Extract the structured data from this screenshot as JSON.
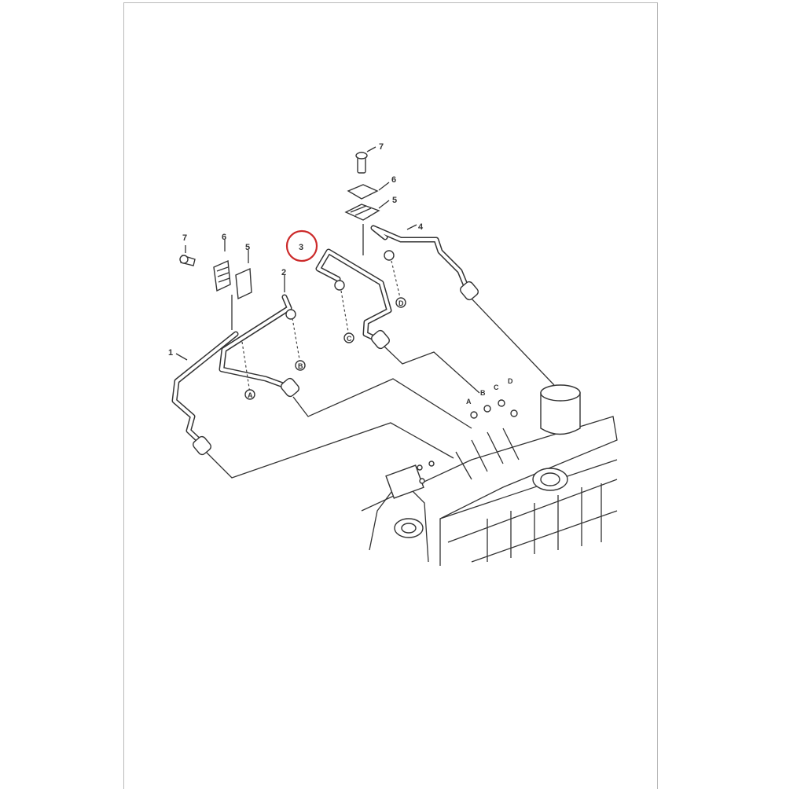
{
  "diagram": {
    "callouts": {
      "pipe_1": "1",
      "pipe_2": "2",
      "pipe_3": "3",
      "pipe_4": "4",
      "left_bracket_5": "5",
      "left_clamp_6": "6",
      "left_bolt_7": "7",
      "right_bracket_5": "5",
      "right_clamp_6": "6",
      "right_bolt_7": "7"
    },
    "connection_markers": [
      "A",
      "B",
      "C",
      "D"
    ],
    "highlight_color": "#cc2a2a"
  }
}
